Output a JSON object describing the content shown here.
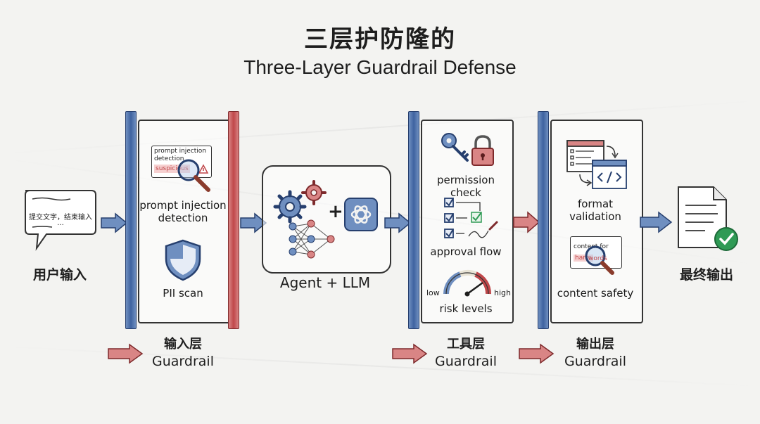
{
  "title": {
    "chinese": "三层护防隆的",
    "english": "Three-Layer Guardrail Defense"
  },
  "user_input": {
    "label": "用户输入",
    "bubble_text": "提交文字，结束输入",
    "bubble_ellipsis": "..."
  },
  "input_layer": {
    "label_cn": "输入层",
    "label_en": "Guardrail",
    "prompt_card_line1": "prompt injection",
    "prompt_card_line2": "detection",
    "prompt_card_flag": "suspicious",
    "prompt_item": "prompt injection\ndetection",
    "pii_item": "PII scan"
  },
  "agent": {
    "label": "Agent + LLM",
    "plus": "+"
  },
  "tool_layer": {
    "label_cn": "工具层",
    "label_en": "Guardrail",
    "permission_item": "permission check",
    "approval_item": "approval flow",
    "risk_item": "risk levels",
    "risk_low": "low",
    "risk_high": "high"
  },
  "output_layer": {
    "label_cn": "输出层",
    "label_en": "Guardrail",
    "format_item": "format\nvalidation",
    "safety_card_line1": "content for",
    "safety_card_word1": "harm",
    "safety_card_word2": "words",
    "safety_item": "content safety"
  },
  "final_output": {
    "label": "最终输出"
  },
  "colors": {
    "blue": "#3f63a0",
    "red": "#c0474a",
    "green": "#2f9a55",
    "ink": "#1e1e1e"
  }
}
